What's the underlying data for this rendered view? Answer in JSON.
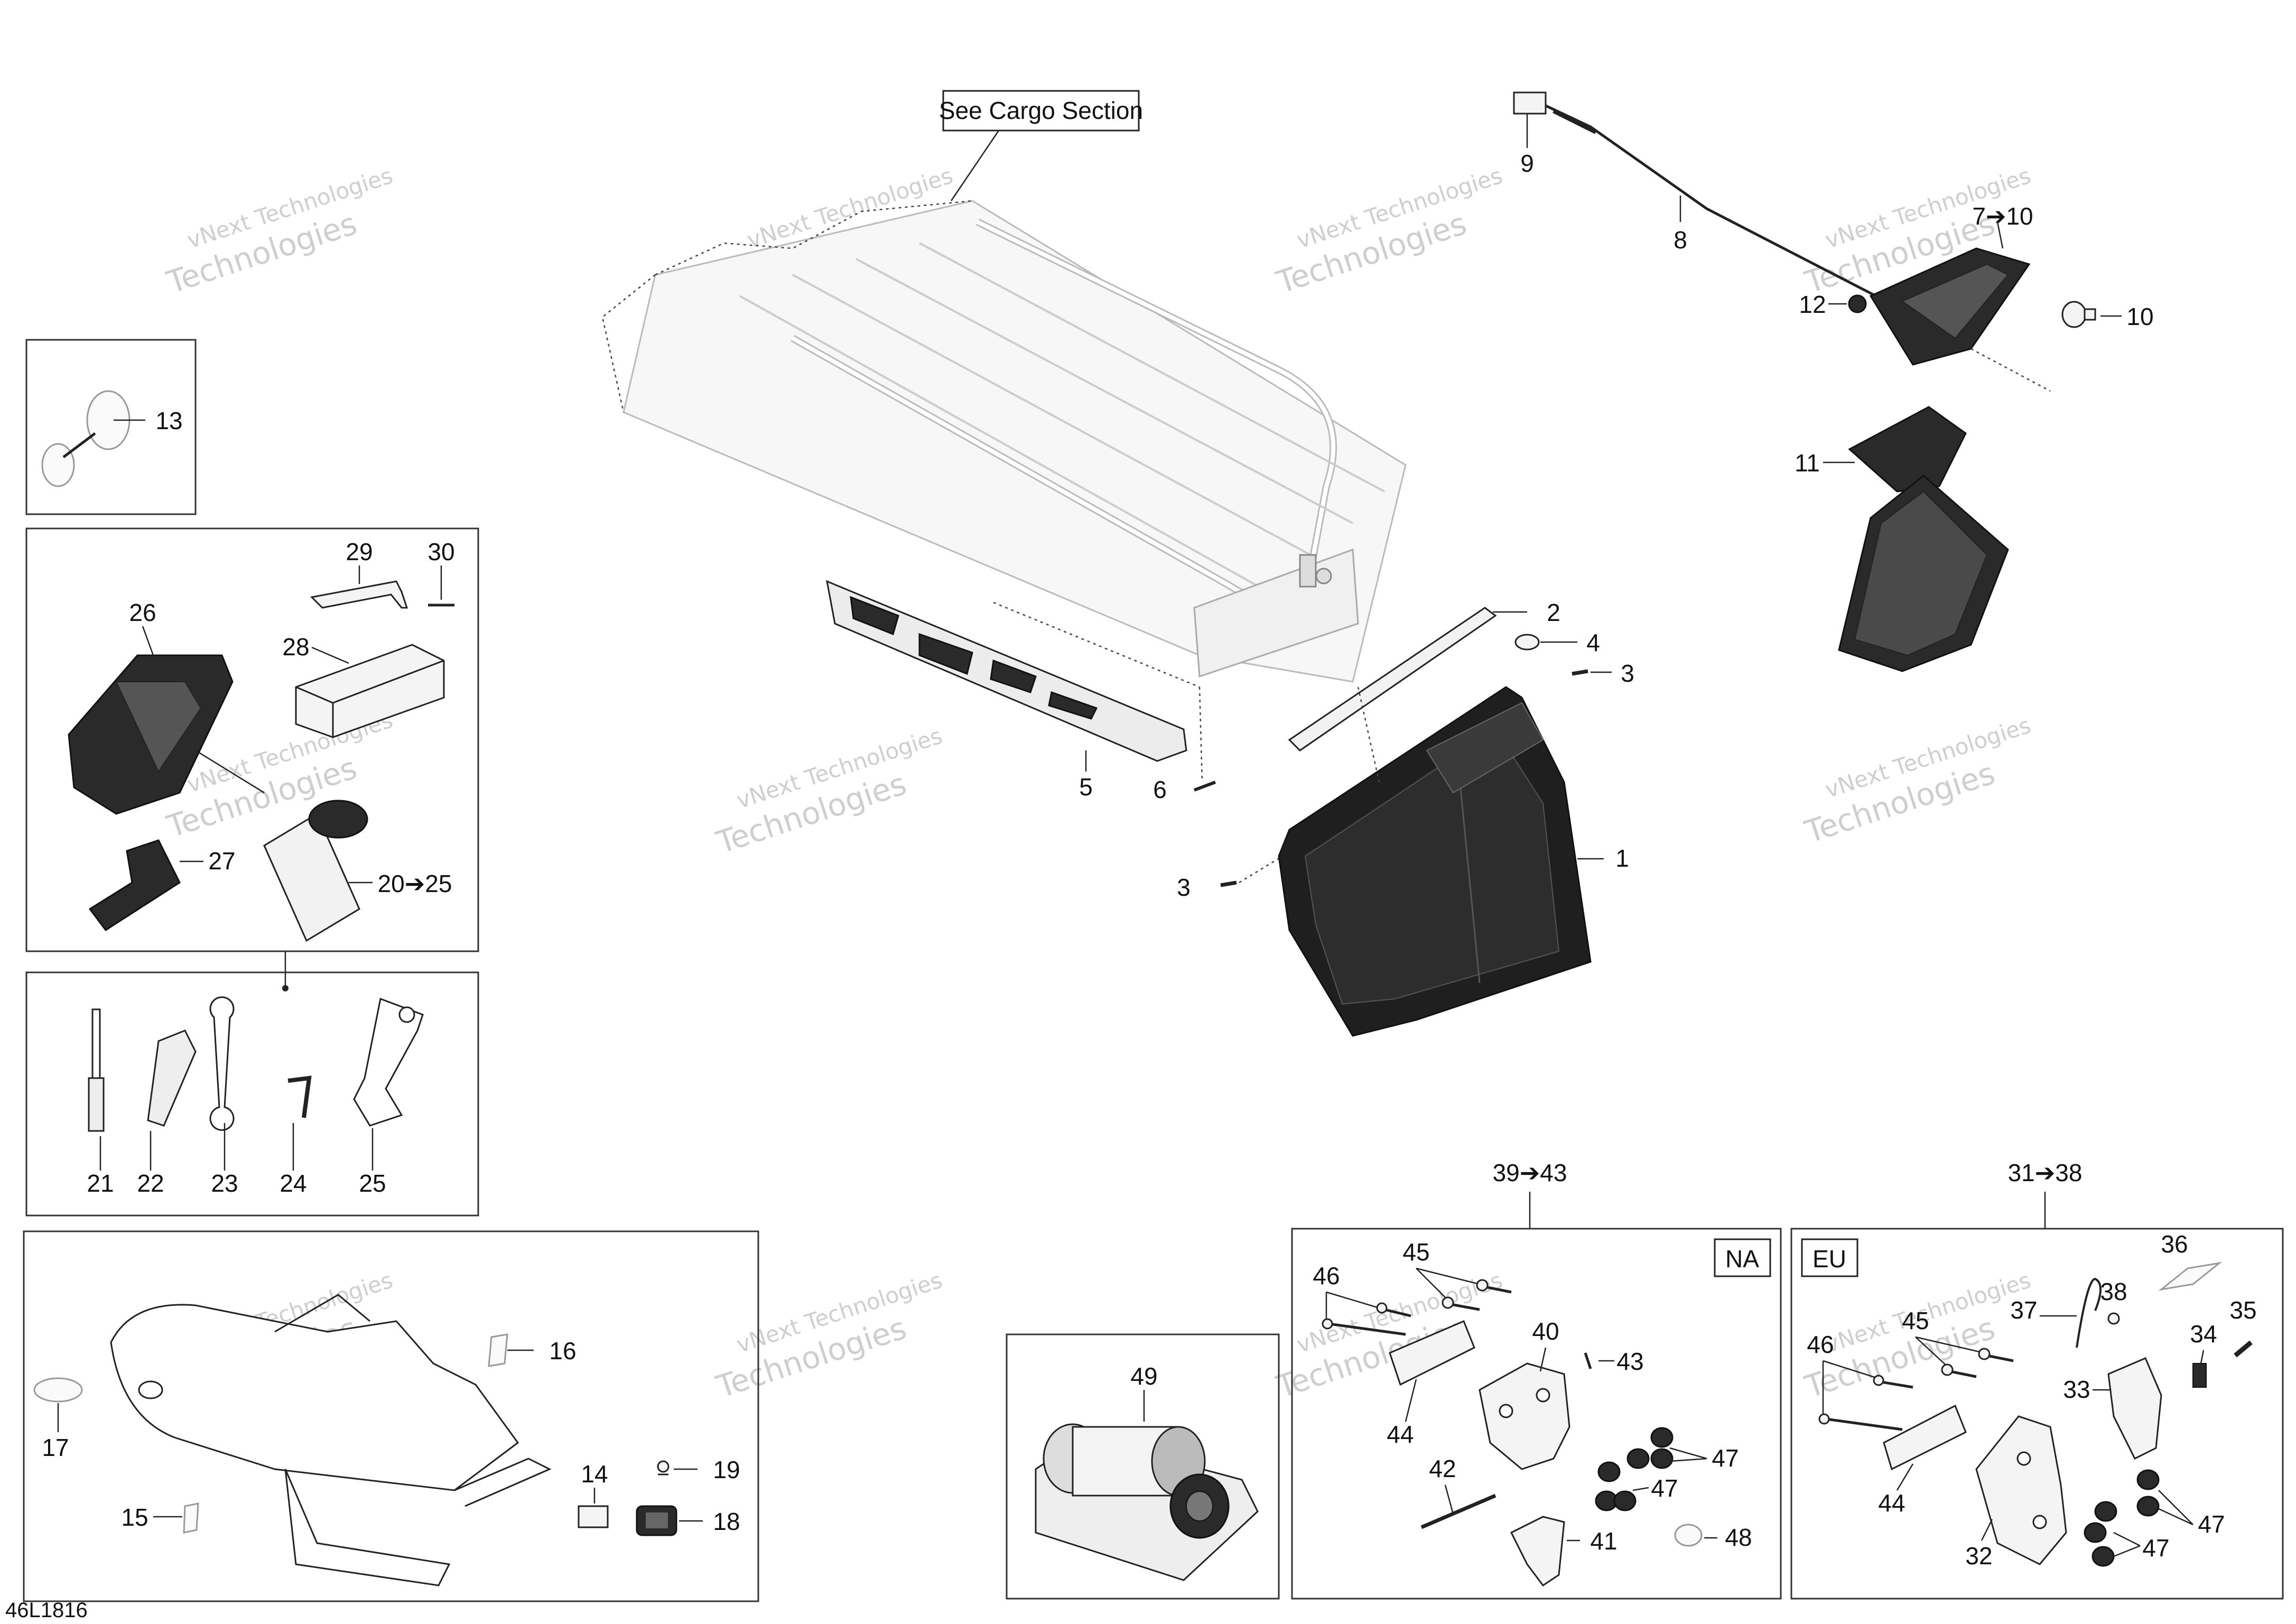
{
  "diagram": {
    "reference_label": "See Cargo Section",
    "figure_code": "46L1816",
    "region_tags": {
      "na": "NA",
      "eu": "EU"
    },
    "watermark_line1": "vNext Technologies",
    "watermark_line2": "vNext",
    "watermark_line3": "Technologies",
    "callouts": {
      "c1": "1",
      "c2": "2",
      "c3a": "3",
      "c3b": "3",
      "c4": "4",
      "c5": "5",
      "c6": "6",
      "c7_10": "7➔10",
      "c8": "8",
      "c9": "9",
      "c10": "10",
      "c11": "11",
      "c12": "12",
      "c13": "13",
      "c14": "14",
      "c15": "15",
      "c16": "16",
      "c17": "17",
      "c18": "18",
      "c19": "19",
      "c20_25": "20➔25",
      "c21": "21",
      "c22": "22",
      "c23": "23",
      "c24": "24",
      "c25": "25",
      "c26": "26",
      "c27": "27",
      "c28": "28",
      "c29": "29",
      "c30": "30",
      "c31_38": "31➔38",
      "c32": "32",
      "c33": "33",
      "c34": "34",
      "c35": "35",
      "c36": "36",
      "c37": "37",
      "c38": "38",
      "c39_43": "39➔43",
      "c40": "40",
      "c41": "41",
      "c42": "42",
      "c43": "43",
      "c44na": "44",
      "c44eu": "44",
      "c45na": "45",
      "c45eu": "45",
      "c46na": "46",
      "c46eu": "46",
      "c47na1": "47",
      "c47na2": "47",
      "c47eu1": "47",
      "c47eu2": "47",
      "c48": "48",
      "c49": "49"
    }
  }
}
